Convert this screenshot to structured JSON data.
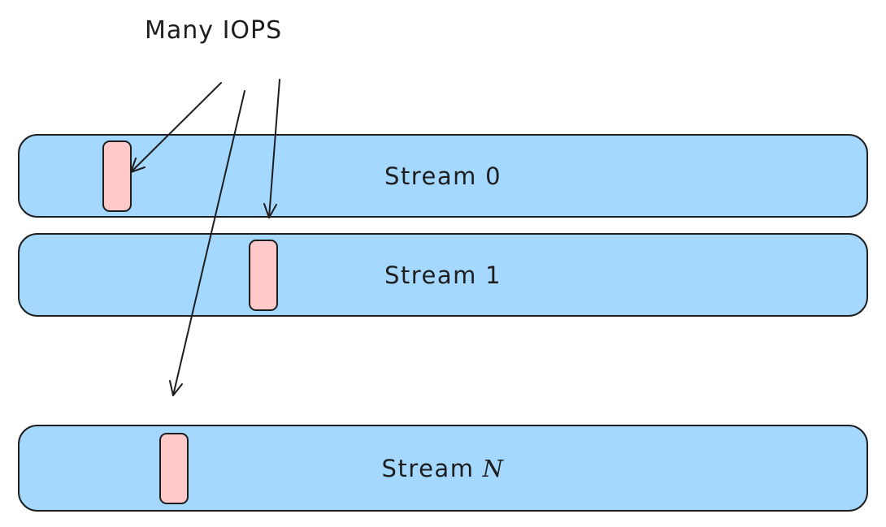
{
  "diagram": {
    "annotation": "Many IOPS",
    "colors": {
      "stream_fill": "#a5d8ff",
      "stream_border": "#1e1e1e",
      "marker_fill": "#ffc9c9",
      "marker_border": "#1e1e1e"
    },
    "streams": [
      {
        "prefix": "Stream",
        "suffix": "0"
      },
      {
        "prefix": "Stream",
        "suffix": "1"
      },
      {
        "prefix": "Stream",
        "suffix": "N"
      }
    ]
  }
}
